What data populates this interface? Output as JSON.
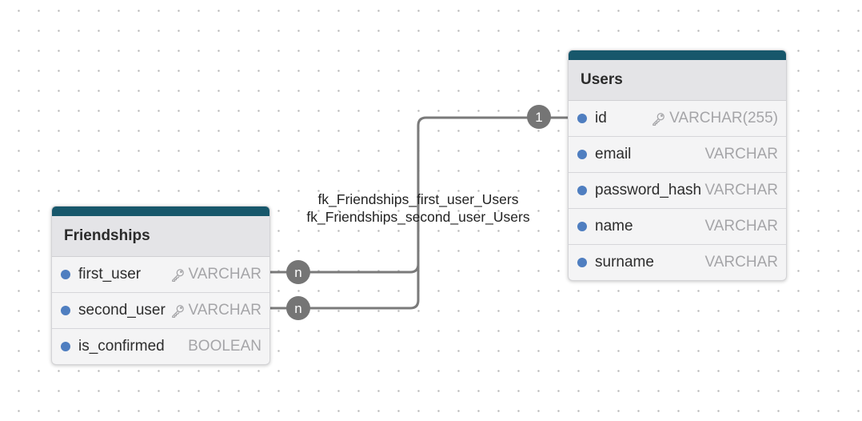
{
  "tables": {
    "users": {
      "name": "Users",
      "columns": [
        {
          "name": "id",
          "type": "VARCHAR(255)",
          "key": true
        },
        {
          "name": "email",
          "type": "VARCHAR",
          "key": false
        },
        {
          "name": "password_hash",
          "type": "VARCHAR",
          "key": false
        },
        {
          "name": "name",
          "type": "VARCHAR",
          "key": false
        },
        {
          "name": "surname",
          "type": "VARCHAR",
          "key": false
        }
      ]
    },
    "friendships": {
      "name": "Friendships",
      "columns": [
        {
          "name": "first_user",
          "type": "VARCHAR",
          "key": true
        },
        {
          "name": "second_user",
          "type": "VARCHAR",
          "key": true
        },
        {
          "name": "is_confirmed",
          "type": "BOOLEAN",
          "key": false
        }
      ]
    }
  },
  "relationships": [
    {
      "name": "fk_Friendships_first_user_Users",
      "from": "Friendships.first_user",
      "to": "Users.id",
      "from_cardinality": "n",
      "to_cardinality": "1"
    },
    {
      "name": "fk_Friendships_second_user_Users",
      "from": "Friendships.second_user",
      "to": "Users.id",
      "from_cardinality": "n",
      "to_cardinality": "1"
    }
  ],
  "colors": {
    "header_bar": "#17576b",
    "column_dot": "#4f7ec0",
    "edge": "#7a7a7a",
    "badge": "#757575"
  },
  "icons": {
    "key": "key-icon"
  }
}
